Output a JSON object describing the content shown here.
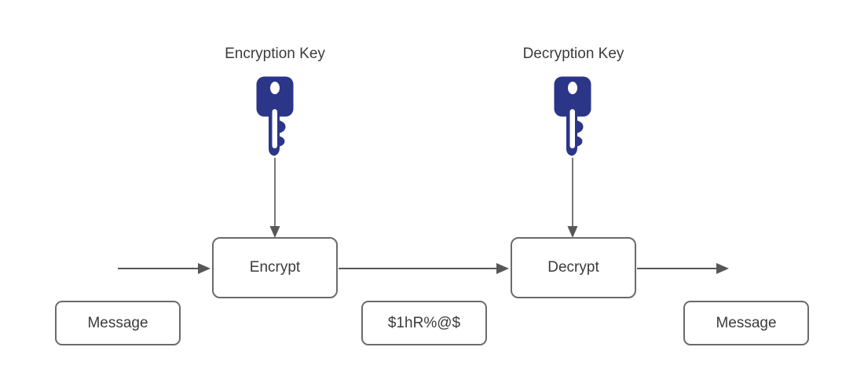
{
  "colors": {
    "key": "#2b3688",
    "arrow": "#575757",
    "border": "#6b6b6b",
    "text": "#3b3b3b",
    "background": "#ffffff"
  },
  "keys": [
    {
      "label": "Encryption Key",
      "icon": "key-icon"
    },
    {
      "label": "Decryption Key",
      "icon": "key-icon"
    }
  ],
  "process_nodes": [
    {
      "label": "Encrypt"
    },
    {
      "label": "Decrypt"
    }
  ],
  "data_nodes": [
    {
      "label": "Message"
    },
    {
      "label": "$1hR%@$"
    },
    {
      "label": "Message"
    }
  ],
  "edges": [
    {
      "from": "input",
      "to": "Encrypt"
    },
    {
      "from": "Encrypt",
      "to": "Decrypt"
    },
    {
      "from": "Decrypt",
      "to": "output"
    },
    {
      "from": "Encryption Key",
      "to": "Encrypt"
    },
    {
      "from": "Decryption Key",
      "to": "Decrypt"
    }
  ]
}
